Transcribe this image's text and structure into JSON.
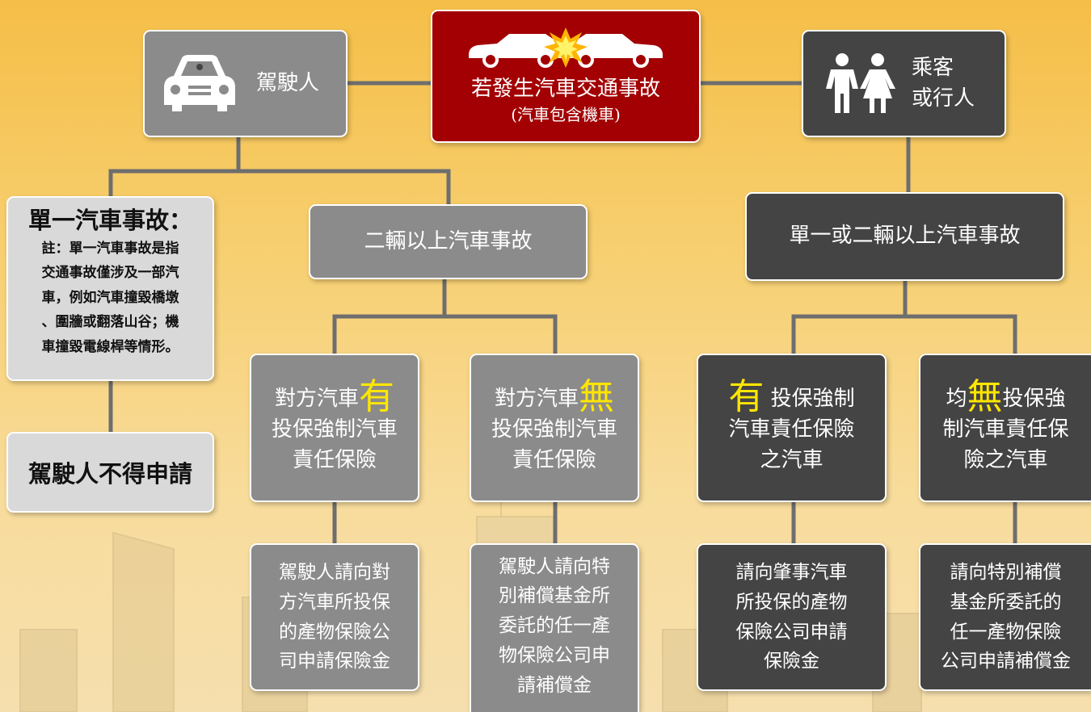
{
  "center": {
    "title": "若發生汽車交通事故",
    "subtitle": "(汽車包含機車)",
    "icon": "car-crash-icon"
  },
  "driver": {
    "label": "駕駛人",
    "icon": "car-icon"
  },
  "passenger": {
    "line1": "乘客",
    "line2": "或行人",
    "icon": "people-icon"
  },
  "single": {
    "title": "單一汽車事故：",
    "note_lines": [
      "註：單一汽車事故是指",
      "交通事故僅涉及一部汽",
      "車，例如汽車撞毀橋墩",
      "、圍牆或翻落山谷；機",
      "車撞毀電線桿等情形。"
    ]
  },
  "no_apply": "駕駛人不得申請",
  "multi": "二輛以上汽車事故",
  "single_or_multi": "單一或二輛以上汽車事故",
  "other_yes": {
    "pre": "對方汽車",
    "big": "有",
    "line2": "投保強制汽車",
    "line3": "責任保險"
  },
  "other_no": {
    "pre": "對方汽車",
    "big": "無",
    "line2": "投保強制汽車",
    "line3": "責任保險"
  },
  "has_ins": {
    "big": "有",
    "post": " 投保強制",
    "line2": "汽車責任保險",
    "line3": "之汽車"
  },
  "none_ins": {
    "pre": "均",
    "big": "無",
    "post": "投保強",
    "line2": "制汽車責任保",
    "line3": "險之汽車"
  },
  "res1": [
    "駕駛人請向對",
    "方汽車所投保",
    "的產物保險公",
    "司申請保險金"
  ],
  "res2": [
    "駕駛人請向特",
    "別補償基金所",
    "委託的任一產",
    "物保險公司申",
    "請補償金"
  ],
  "res3": [
    "請向肇事汽車",
    "所投保的產物",
    "保險公司申請",
    "保險金"
  ],
  "res4": [
    "請向特別補償",
    "基金所委託的",
    "任一產物保險",
    "公司申請補償金"
  ],
  "colors": {
    "red_box": "#a30003",
    "gray_box": "#8b8b8b",
    "dark_box": "#444444",
    "light_box": "#d9d9d9",
    "highlight": "#ffe600",
    "connector": "#6e6e6e"
  }
}
